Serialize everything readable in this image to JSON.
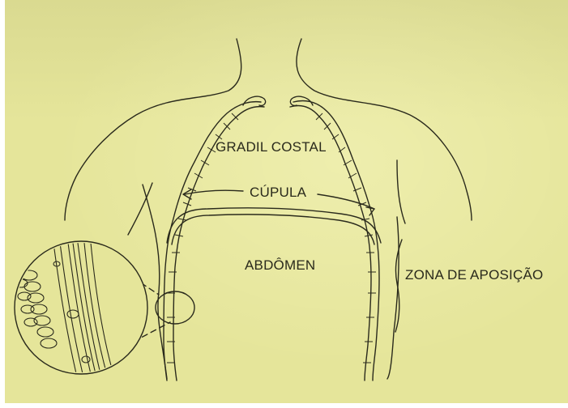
{
  "figure": {
    "labels": {
      "rib_cage": "GRADIL COSTAL",
      "dome": "CÚPULA",
      "abdomen": "ABDÔMEN",
      "apposition_zone": "ZONA DE APOSIÇÃO"
    }
  },
  "colors": {
    "paper": "#e5e59a",
    "ink": "#2a2a1c"
  }
}
